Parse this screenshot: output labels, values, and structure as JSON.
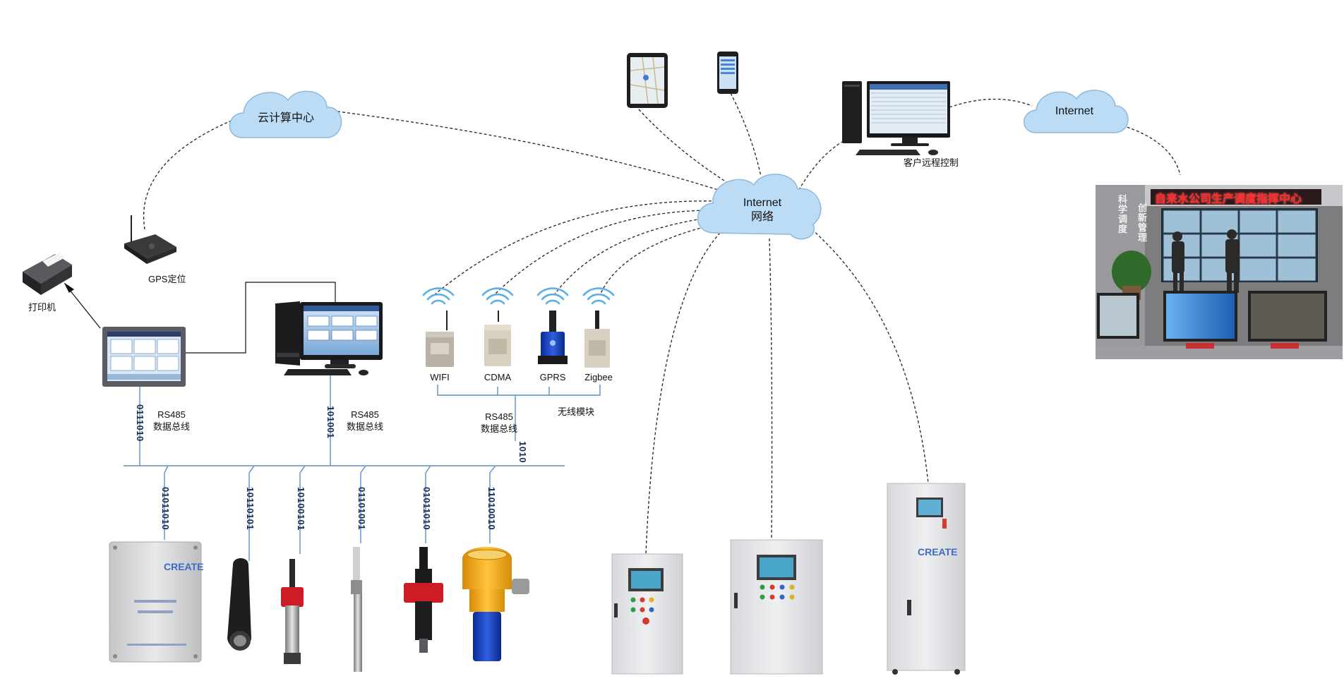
{
  "nodes": {
    "cloud_computing": "云计算中心",
    "internet_network_line1": "Internet",
    "internet_network_line2": "网络",
    "internet_cloud": "Internet",
    "customer_remote": "客户远程控制",
    "gps": "GPS定位",
    "printer": "打印机",
    "wifi": "WIFI",
    "cdma": "CDMA",
    "gprs": "GPRS",
    "zigbee": "Zigbee",
    "wireless_module": "无线模块",
    "rs485_a": "RS485",
    "bus_a": "数据总线",
    "rs485_b": "RS485",
    "bus_b": "数据总线",
    "rs485_c": "RS485",
    "bus_c": "数据总线"
  },
  "binary_codes": {
    "hmi_bus": "0111010",
    "pc_bus": "101001",
    "wireless_bus": "1010",
    "analyzer": "01011010",
    "probe1": "10110101",
    "probe2": "10100101",
    "probe3": "01101001",
    "probe4": "01011010",
    "level_meter": "11010010"
  },
  "control_room": {
    "banner": "自来水公司生产调度指挥中心",
    "side_left": "科学调度",
    "side_right": "创新管理"
  },
  "device_brand": "CREATE",
  "colors": {
    "cloud_fill": "#bcdcf5",
    "cloud_stroke": "#8fb8dc",
    "wifi_icon": "#5ab0e6",
    "dash": "#222222",
    "bus_line": "#5a8fc8",
    "cabinet": "#e6e7ea",
    "level_meter": "#f2a618"
  }
}
